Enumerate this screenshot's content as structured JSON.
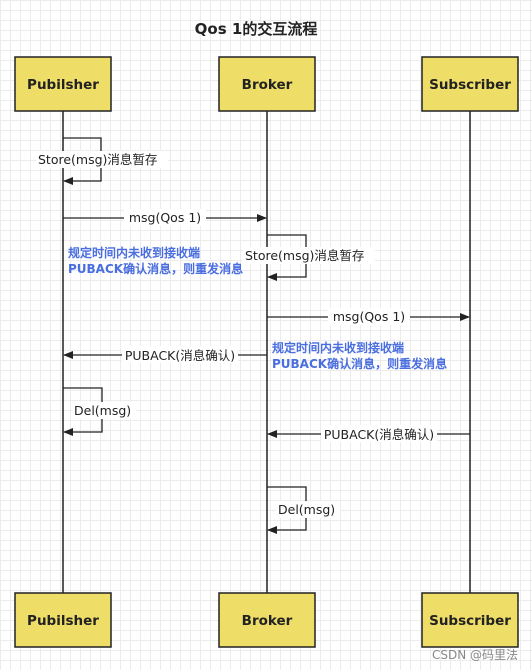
{
  "title": "Qos 1的交互流程",
  "participants": {
    "publisher": "Pubilsher",
    "broker": "Broker",
    "subscriber": "Subscriber"
  },
  "messages": {
    "pub_store": "Store(msg)消息暂存",
    "pub_to_broker": "msg(Qos 1)",
    "broker_store": "Store(msg)消息暂存",
    "broker_to_sub": "msg(Qos 1)",
    "broker_puback": "PUBACK(消息确认)",
    "pub_del": "Del(msg)",
    "sub_puback": "PUBACK(消息确认)",
    "broker_del": "Del(msg)"
  },
  "notes": {
    "publisher_timeout": [
      "规定时间内未收到接收端",
      "PUBACK确认消息，则重发消息"
    ],
    "broker_timeout": [
      "规定时间内未收到接收端",
      "PUBACK确认消息，则重发消息"
    ]
  },
  "watermark": "CSDN @码里法",
  "colors": {
    "participant_fill": "#eedd66",
    "note_text": "#4a6ee0",
    "line": "#222222"
  }
}
